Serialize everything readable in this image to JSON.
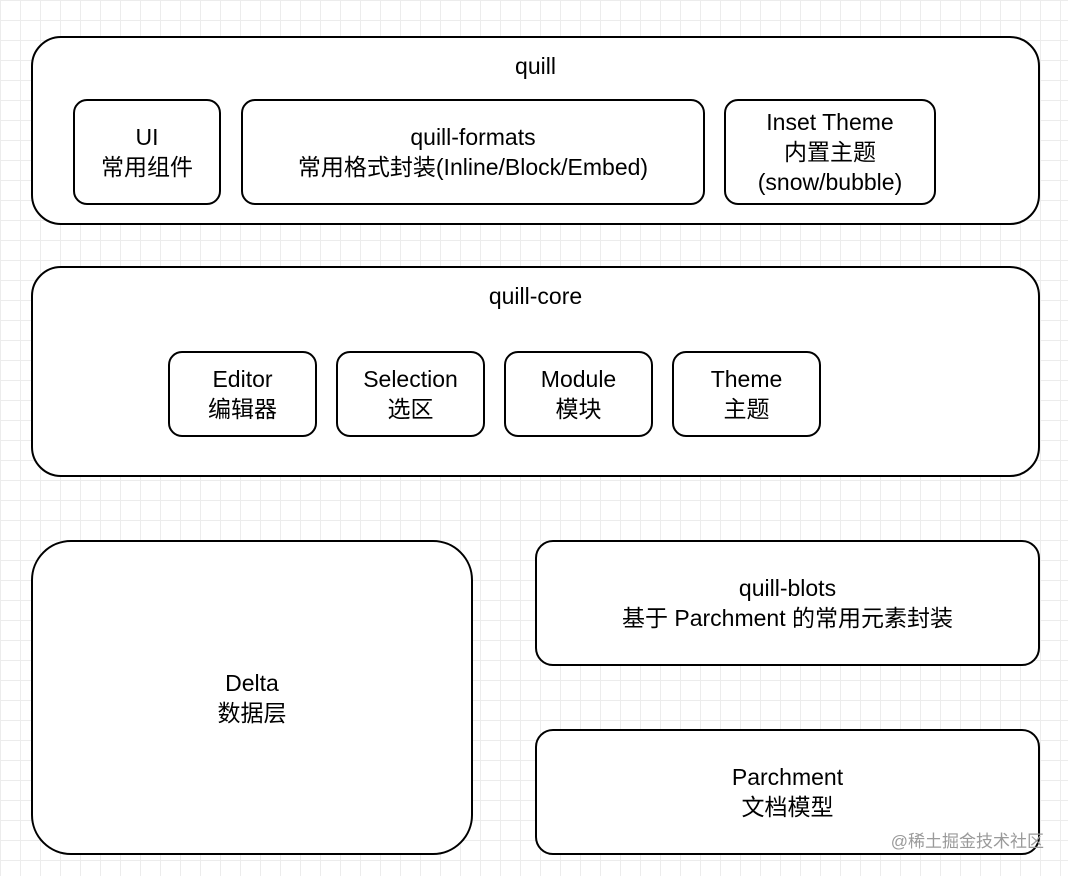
{
  "quill": {
    "title": "quill",
    "ui": {
      "line1": "UI",
      "line2": "常用组件"
    },
    "formats": {
      "line1": "quill-formats",
      "line2": "常用格式封装(Inline/Block/Embed)"
    },
    "theme": {
      "line1": "Inset Theme",
      "line2": "内置主题",
      "line3": "(snow/bubble)"
    }
  },
  "core": {
    "title": "quill-core",
    "editor": {
      "line1": "Editor",
      "line2": "编辑器"
    },
    "selection": {
      "line1": "Selection",
      "line2": "选区"
    },
    "module": {
      "line1": "Module",
      "line2": "模块"
    },
    "theme": {
      "line1": "Theme",
      "line2": "主题"
    }
  },
  "delta": {
    "line1": "Delta",
    "line2": "数据层"
  },
  "blots": {
    "line1": "quill-blots",
    "line2": "基于 Parchment 的常用元素封装"
  },
  "parchment": {
    "line1": "Parchment",
    "line2": "文档模型"
  },
  "watermark": "@稀土掘金技术社区"
}
